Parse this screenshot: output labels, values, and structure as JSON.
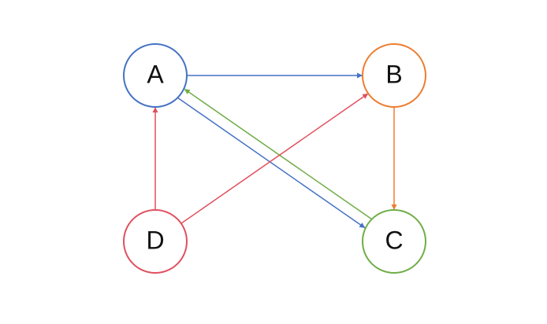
{
  "diagram": {
    "type": "directed-graph",
    "nodes": [
      {
        "id": "A",
        "label": "A",
        "color": "#4472C4"
      },
      {
        "id": "B",
        "label": "B",
        "color": "#ED7D31"
      },
      {
        "id": "C",
        "label": "C",
        "color": "#70AD47"
      },
      {
        "id": "D",
        "label": "D",
        "color": "#E0505F"
      }
    ],
    "edges": [
      {
        "from": "A",
        "to": "B",
        "color": "#4472C4"
      },
      {
        "from": "A",
        "to": "C",
        "color": "#4472C4"
      },
      {
        "from": "B",
        "to": "C",
        "color": "#ED7D31"
      },
      {
        "from": "C",
        "to": "A",
        "color": "#70AD47"
      },
      {
        "from": "D",
        "to": "A",
        "color": "#E0505F"
      },
      {
        "from": "D",
        "to": "B",
        "color": "#E0505F"
      }
    ]
  }
}
